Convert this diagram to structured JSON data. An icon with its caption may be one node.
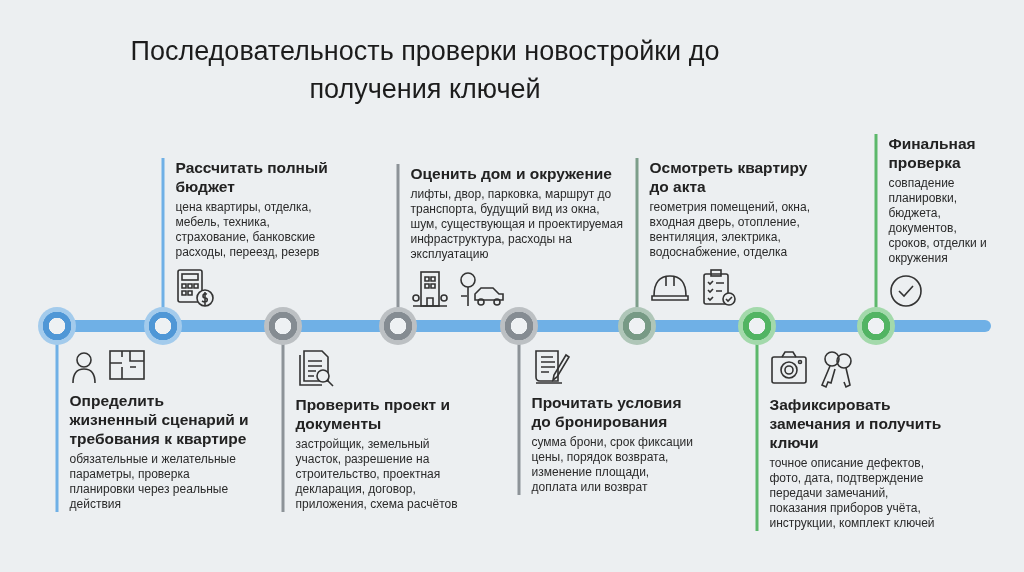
{
  "diagram": {
    "title": "Последовательность проверки новостройки до получения ключей",
    "nodes": [
      {
        "text": [
          "Определить жизненный сценарий и требования к квартире",
          "обязательные и желательные параметры, проверка планировки через реальные действия"
        ]
      },
      {
        "text": [
          "Рассчитать полный бюджет",
          "цена квартиры, отделка, мебель, техника, страхование, банковские расходы, переезд, резерв"
        ]
      },
      {
        "text": [
          "Проверить проект и документы",
          "застройщик, земельный участок, разрешение на строительство, проектная декларация, договор, приложения, схема расчётов"
        ]
      },
      {
        "text": [
          "Оценить дом и окружение",
          "лифты, двор, парковка, маршрут до транспорта, будущий вид из окна, шум, существующая и проектируемая инфраструктура, расходы на эксплуатацию"
        ]
      },
      {
        "text": [
          "Прочитать условия до бронирования",
          "сумма брони, срок фиксации цены, порядок возврата, изменение площади, доплата или возврат"
        ]
      },
      {
        "text": [
          "Осмотреть квартиру до акта",
          "геометрия помещений, окна, входная дверь, отопление, вентиляция, электрика, водоснабжение, отделка"
        ]
      },
      {
        "text": [
          "Зафиксировать замечания и получить ключи",
          "точное описание дефектов, фото, дата, подтверждение передачи замечаний, показания приборов учёта, инструкции, комплект ключей"
        ]
      },
      {
        "text": [
          "Финальная проверка",
          "совпадение планировки, бюджета, документов, сроков, отделки и окружения"
        ]
      },
      {
        "text": [],
        "shape": "circle"
      },
      {
        "text": [],
        "shape": "circle"
      },
      {
        "text": [],
        "shape": "circle"
      },
      {
        "text": [],
        "shape": "circle"
      },
      {
        "text": [],
        "shape": "circle"
      },
      {
        "text": [],
        "shape": "circle"
      },
      {
        "text": [],
        "shape": "circle"
      },
      {
        "text": [],
        "shape": "circle"
      }
    ],
    "edges": [
      {
        "from": 8,
        "to": 9,
        "arrow": "none",
        "style": "thick"
      },
      {
        "from": 9,
        "to": 10,
        "arrow": "none",
        "style": "thick"
      },
      {
        "from": 10,
        "to": 11,
        "arrow": "none",
        "style": "thick"
      },
      {
        "from": 11,
        "to": 12,
        "arrow": "none",
        "style": "thick"
      },
      {
        "from": 12,
        "to": 13,
        "arrow": "none",
        "style": "thick"
      },
      {
        "from": 13,
        "to": 14,
        "arrow": "none",
        "style": "thick"
      },
      {
        "from": 14,
        "to": 15,
        "arrow": "none",
        "style": "thick"
      },
      {
        "from": 8,
        "to": 0,
        "arrow": "none"
      },
      {
        "from": 9,
        "to": 1,
        "arrow": "none"
      },
      {
        "from": 10,
        "to": 2,
        "arrow": "none",
        "color": "#8d9398"
      },
      {
        "from": 11,
        "to": 3,
        "arrow": "none",
        "color": "#8d9398"
      },
      {
        "from": 12,
        "to": 4,
        "arrow": "none",
        "color": "#8d9398"
      },
      {
        "from": 13,
        "to": 5,
        "arrow": "none",
        "color": "#7d9e8a"
      },
      {
        "from": 14,
        "to": 6,
        "arrow": "none",
        "color": "#5cb86b"
      },
      {
        "from": 15,
        "to": 7,
        "arrow": "none",
        "color": "#5cb86b"
      }
    ]
  }
}
